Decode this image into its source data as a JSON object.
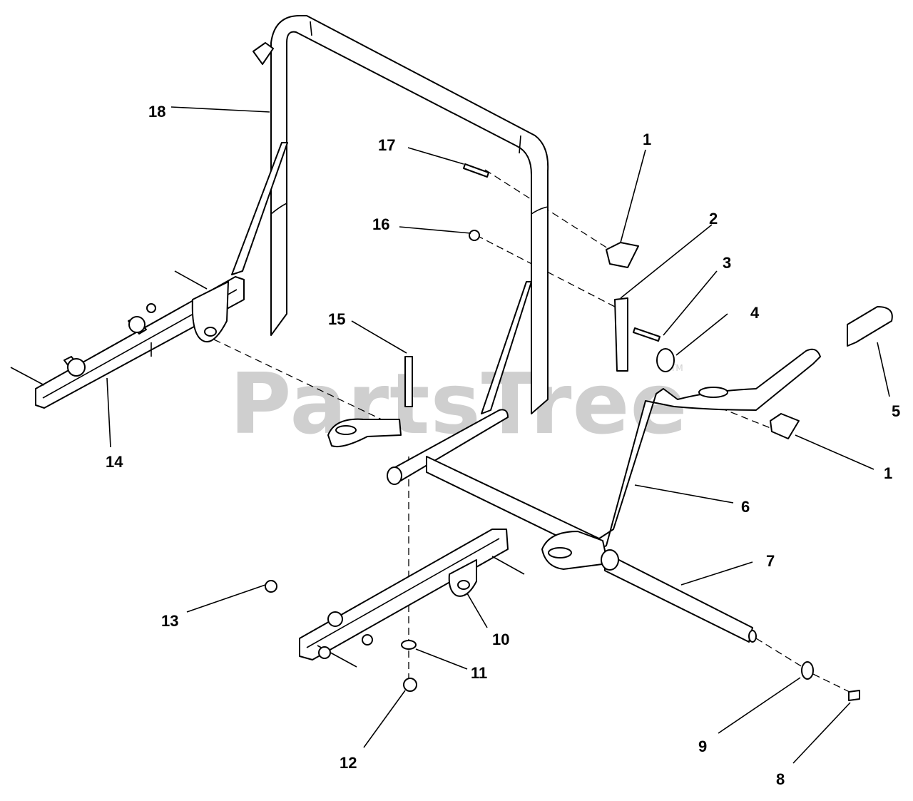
{
  "watermark": {
    "text": "PartsTree",
    "tm": "TM"
  },
  "callouts": [
    {
      "id": "c18",
      "label": "18"
    },
    {
      "id": "c17",
      "label": "17"
    },
    {
      "id": "c16",
      "label": "16"
    },
    {
      "id": "c15",
      "label": "15"
    },
    {
      "id": "c14",
      "label": "14"
    },
    {
      "id": "c13",
      "label": "13"
    },
    {
      "id": "c12",
      "label": "12"
    },
    {
      "id": "c11",
      "label": "11"
    },
    {
      "id": "c10",
      "label": "10"
    },
    {
      "id": "c9",
      "label": "9"
    },
    {
      "id": "c8",
      "label": "8"
    },
    {
      "id": "c7",
      "label": "7"
    },
    {
      "id": "c6",
      "label": "6"
    },
    {
      "id": "c5",
      "label": "5"
    },
    {
      "id": "c4",
      "label": "4"
    },
    {
      "id": "c3",
      "label": "3"
    },
    {
      "id": "c2",
      "label": "2"
    },
    {
      "id": "c1a",
      "label": "1"
    },
    {
      "id": "c1b",
      "label": "1"
    }
  ]
}
